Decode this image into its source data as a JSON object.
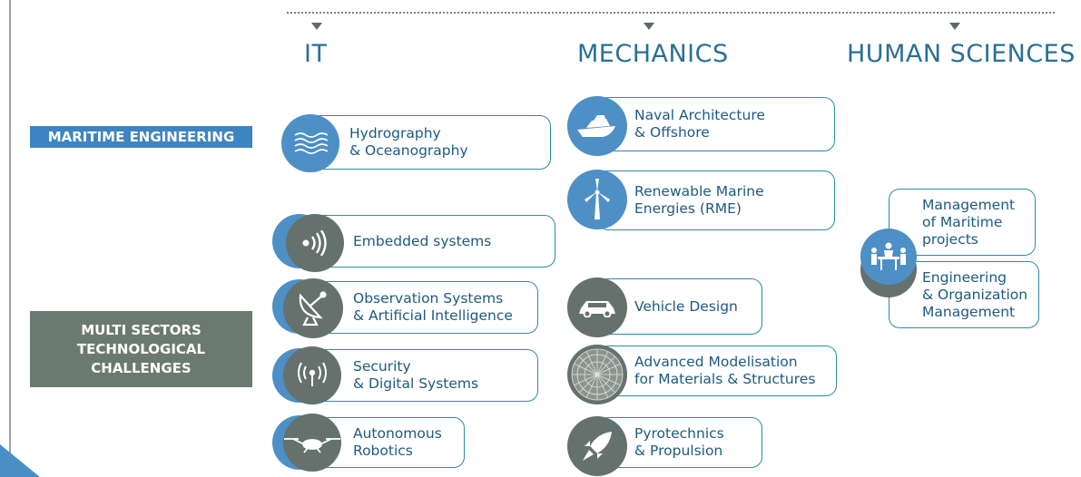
{
  "columns": [
    {
      "title": "IT"
    },
    {
      "title": "MECHANICS"
    },
    {
      "title": "HUMAN SCIENCES"
    }
  ],
  "rows": {
    "maritime": {
      "label": "MARITIME ENGINEERING"
    },
    "multi": {
      "label_lines": [
        "MULTI SECTORS",
        "TECHNOLOGICAL",
        "CHALLENGES"
      ]
    }
  },
  "items": {
    "hydrography": {
      "label": "Hydrography\n& Oceanography",
      "icon": "waves-icon"
    },
    "embedded": {
      "label": "Embedded systems",
      "icon": "signal-icon"
    },
    "observation": {
      "label": "Observation Systems\n& Artificial Intelligence",
      "icon": "satellite-dish-icon"
    },
    "security": {
      "label": "Security\n& Digital Systems",
      "icon": "antenna-icon"
    },
    "robotics": {
      "label": "Autonomous\nRobotics",
      "icon": "drone-icon"
    },
    "naval": {
      "label": "Naval Architecture\n& Offshore",
      "icon": "ship-icon"
    },
    "rme": {
      "label": "Renewable Marine\nEnergies (RME)",
      "icon": "wind-turbine-icon"
    },
    "vehicle": {
      "label": "Vehicle Design",
      "icon": "car-icon"
    },
    "modelisation": {
      "label": "Advanced Modelisation\nfor Materials & Structures",
      "icon": "mesh-sphere-icon"
    },
    "pyro": {
      "label": "Pyrotechnics\n& Propulsion",
      "icon": "rocket-icon"
    },
    "management": {
      "label": "Management\nof Maritime\nprojects",
      "icon": "meeting-icon"
    },
    "engineering": {
      "label": "Engineering\n& Organization\nManagement",
      "icon": "meeting-icon"
    }
  },
  "colors": {
    "blue": "#4e8fc6",
    "gray": "#65716c",
    "border": "#2e8aa9",
    "text": "#1d5a82"
  }
}
